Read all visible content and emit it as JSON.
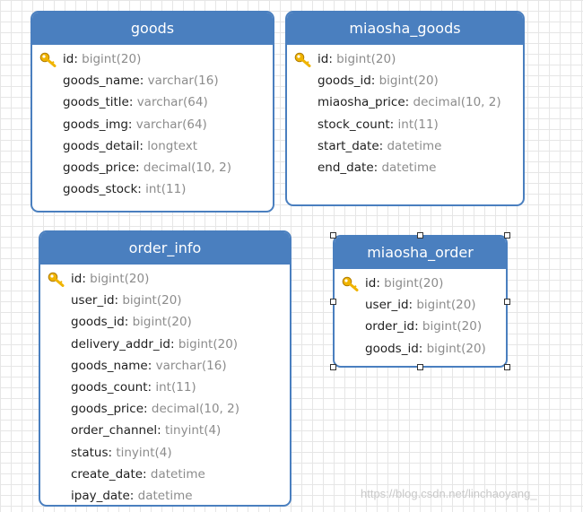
{
  "colors": {
    "header": "#4a7fbf",
    "key": "#f0b400",
    "field_type": "#8c8c8c"
  },
  "entities": [
    {
      "title": "goods",
      "fields": [
        {
          "name": "id",
          "type": "bigint(20)",
          "primary_key": true
        },
        {
          "name": "goods_name",
          "type": "varchar(16)"
        },
        {
          "name": "goods_title",
          "type": "varchar(64)"
        },
        {
          "name": "goods_img",
          "type": "varchar(64)"
        },
        {
          "name": "goods_detail",
          "type": "longtext"
        },
        {
          "name": "goods_price",
          "type": "decimal(10, 2)"
        },
        {
          "name": "goods_stock",
          "type": "int(11)"
        }
      ]
    },
    {
      "title": "miaosha_goods",
      "fields": [
        {
          "name": "id",
          "type": "bigint(20)",
          "primary_key": true
        },
        {
          "name": "goods_id",
          "type": "bigint(20)"
        },
        {
          "name": "miaosha_price",
          "type": "decimal(10, 2)"
        },
        {
          "name": "stock_count",
          "type": "int(11)"
        },
        {
          "name": "start_date",
          "type": "datetime"
        },
        {
          "name": "end_date",
          "type": "datetime"
        }
      ]
    },
    {
      "title": "order_info",
      "fields": [
        {
          "name": "id",
          "type": "bigint(20)",
          "primary_key": true
        },
        {
          "name": "user_id",
          "type": "bigint(20)"
        },
        {
          "name": "goods_id",
          "type": "bigint(20)"
        },
        {
          "name": "delivery_addr_id",
          "type": "bigint(20)"
        },
        {
          "name": "goods_name",
          "type": "varchar(16)"
        },
        {
          "name": "goods_count",
          "type": "int(11)"
        },
        {
          "name": "goods_price",
          "type": "decimal(10, 2)"
        },
        {
          "name": "order_channel",
          "type": "tinyint(4)"
        },
        {
          "name": "status",
          "type": "tinyint(4)"
        },
        {
          "name": "create_date",
          "type": "datetime"
        },
        {
          "name": "ipay_date",
          "type": "datetime"
        }
      ]
    },
    {
      "title": "miaosha_order",
      "selected": true,
      "fields": [
        {
          "name": "id",
          "type": "bigint(20)",
          "primary_key": true
        },
        {
          "name": "user_id",
          "type": "bigint(20)"
        },
        {
          "name": "order_id",
          "type": "bigint(20)"
        },
        {
          "name": "goods_id",
          "type": "bigint(20)"
        }
      ]
    }
  ],
  "watermark": "https://blog.csdn.net/linchaoyang_"
}
